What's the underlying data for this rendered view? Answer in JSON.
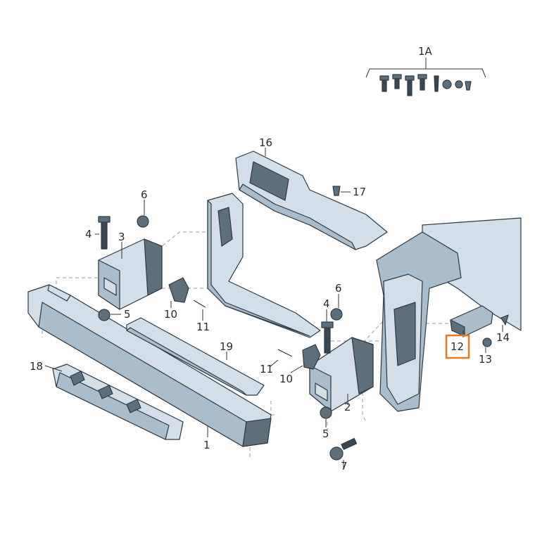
{
  "labels": {
    "l1": "1",
    "l1A": "1A",
    "l2": "2",
    "l3": "3",
    "l4a": "4",
    "l4b": "4",
    "l5a": "5",
    "l5b": "5",
    "l6a": "6",
    "l6b": "6",
    "l7": "7",
    "l10a": "10",
    "l10b": "10",
    "l11a": "11",
    "l11b": "11",
    "l12": "12",
    "l13": "13",
    "l14": "14",
    "l16": "16",
    "l17": "17",
    "l18": "18",
    "l19": "19"
  },
  "colors": {
    "highlight": "#e8781e",
    "part_light": "#d2dfe9",
    "part_mid": "#a9bdcc",
    "part_dark": "#5e6f7c"
  }
}
